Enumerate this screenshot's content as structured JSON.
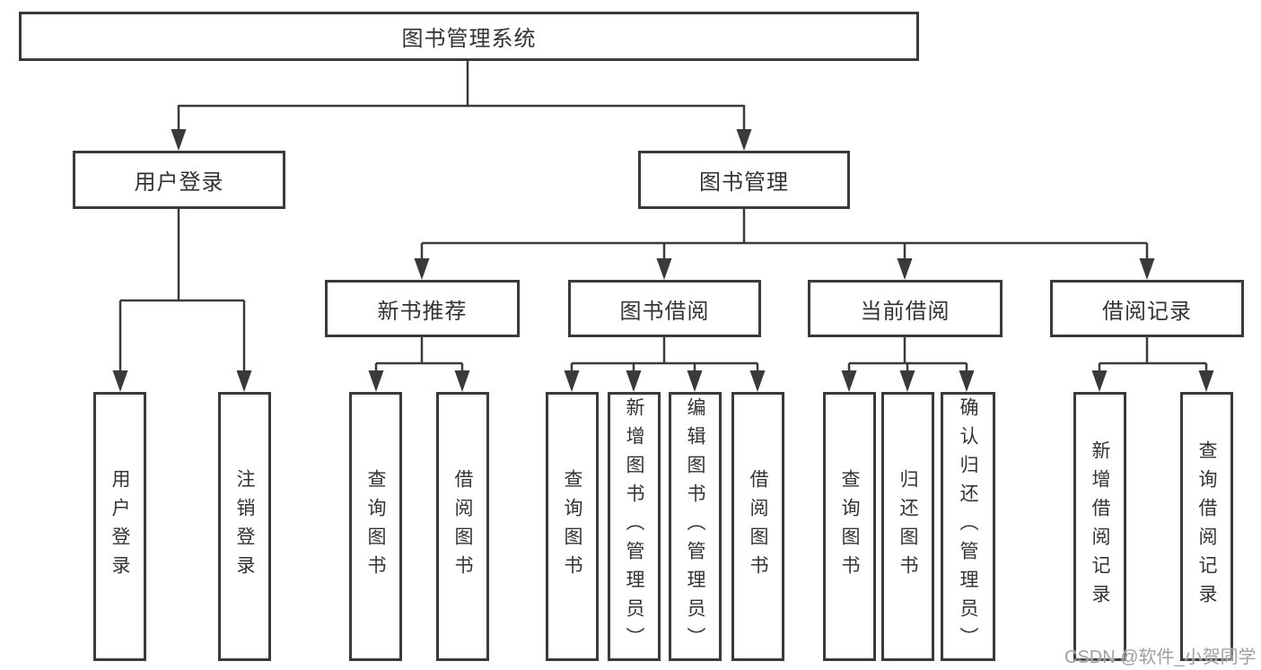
{
  "diagram": {
    "root": {
      "label": "图书管理系统"
    },
    "user_login": {
      "label": "用户登录",
      "children": {
        "login": {
          "label": "用户登录"
        },
        "logout": {
          "label": "注销登录"
        }
      }
    },
    "book_mgmt": {
      "label": "图书管理",
      "children": {
        "new_books": {
          "label": "新书推荐",
          "children": {
            "query_books": {
              "label": "查询图书"
            },
            "borrow_books": {
              "label": "借阅图书"
            }
          }
        },
        "book_borrow": {
          "label": "图书借阅",
          "children": {
            "query_books": {
              "label": "查询图书"
            },
            "add_books": {
              "label": "新增图书（管理员）"
            },
            "edit_books": {
              "label": "编辑图书（管理员）"
            },
            "borrow_books": {
              "label": "借阅图书"
            }
          }
        },
        "current_borrow": {
          "label": "当前借阅",
          "children": {
            "query_books": {
              "label": "查询图书"
            },
            "return_books": {
              "label": "归还图书"
            },
            "confirm_return": {
              "label": "确认归还（管理员）"
            }
          }
        },
        "borrow_records": {
          "label": "借阅记录",
          "children": {
            "add_record": {
              "label": "新增借阅记录"
            },
            "query_record": {
              "label": "查询借阅记录"
            }
          }
        }
      }
    }
  },
  "watermark": {
    "text": "CSDN @软件_小贺同学"
  },
  "colors": {
    "line": "#3a3a3a",
    "text": "#333333",
    "watermark": "#a0a0a0",
    "background": "#ffffff"
  }
}
